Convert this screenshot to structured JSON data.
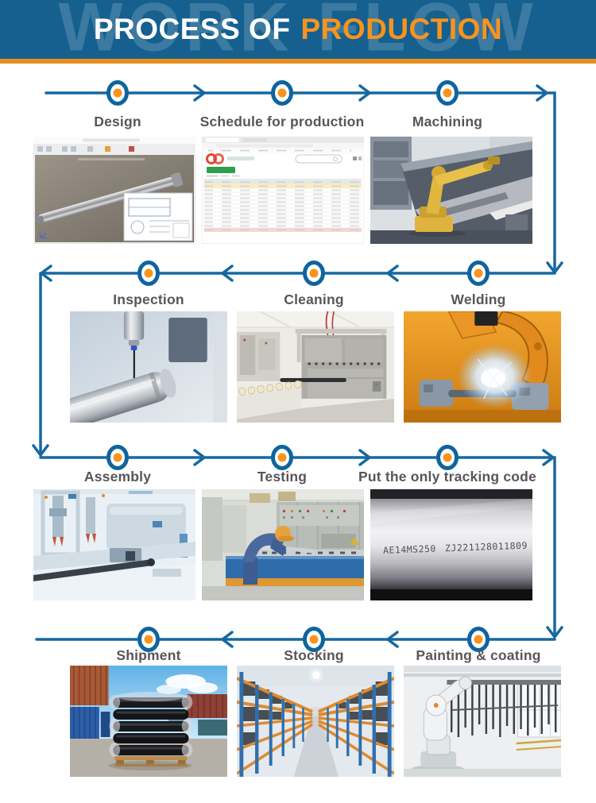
{
  "header": {
    "watermark": "WORK FLOW",
    "title_prefix": "PROCESS OF",
    "title_accent": "PRODUCTION"
  },
  "colors": {
    "header_bg": "#15608F",
    "accent_orange": "#F7941E",
    "flow_blue": "#1568A2",
    "node_ring_blue": "#0E649F",
    "label_gray": "#5A5558"
  },
  "rows": [
    {
      "direction": "left-to-right",
      "steps": [
        {
          "label": "Design",
          "photo": "cad-design-screenshot"
        },
        {
          "label": "Schedule for production",
          "photo": "erp-schedule-screenshot"
        },
        {
          "label": "Machining",
          "photo": "cnc-machining-photo"
        }
      ]
    },
    {
      "direction": "right-to-left",
      "steps": [
        {
          "label": "Inspection",
          "photo": "cmm-inspection-photo"
        },
        {
          "label": "Cleaning",
          "photo": "cleaning-machine-photo"
        },
        {
          "label": "Welding",
          "photo": "robot-welding-photo"
        }
      ]
    },
    {
      "direction": "left-to-right",
      "steps": [
        {
          "label": "Assembly",
          "photo": "assembly-line-photo"
        },
        {
          "label": "Testing",
          "photo": "testing-bench-photo"
        },
        {
          "label": "Put the only tracking code",
          "photo": "tracking-code-photo"
        }
      ]
    },
    {
      "direction": "right-to-left",
      "steps": [
        {
          "label": "Shipment",
          "photo": "container-yard-photo"
        },
        {
          "label": "Stocking",
          "photo": "warehouse-racks-photo"
        },
        {
          "label": "Painting & coating",
          "photo": "painting-line-photo"
        }
      ]
    }
  ],
  "tracking_code": {
    "part_no": "AE14MS250",
    "serial": "ZJ221128011809"
  }
}
